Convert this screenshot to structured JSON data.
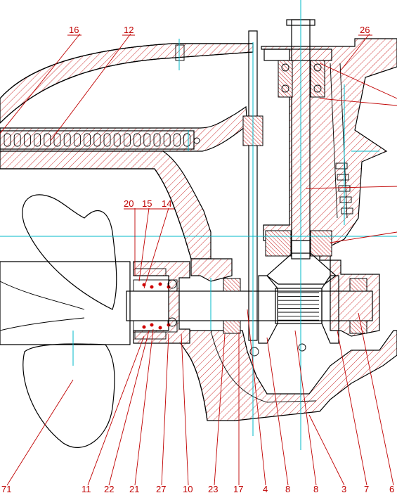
{
  "callouts": {
    "top": [
      {
        "id": "c16",
        "text": "16"
      },
      {
        "id": "c12",
        "text": "12"
      },
      {
        "id": "c26",
        "text": "26"
      }
    ],
    "middle": [
      {
        "id": "c20",
        "text": "20"
      },
      {
        "id": "c15",
        "text": "15"
      },
      {
        "id": "c14",
        "text": "14"
      }
    ],
    "bottom": [
      {
        "id": "b71",
        "text": "71"
      },
      {
        "id": "b11",
        "text": "11"
      },
      {
        "id": "b22",
        "text": "22"
      },
      {
        "id": "b21",
        "text": "21"
      },
      {
        "id": "b27",
        "text": "27"
      },
      {
        "id": "b10",
        "text": "10"
      },
      {
        "id": "b23",
        "text": "23"
      },
      {
        "id": "b17",
        "text": "17"
      },
      {
        "id": "b4",
        "text": "4"
      },
      {
        "id": "b8a",
        "text": "8"
      },
      {
        "id": "b8b",
        "text": "8"
      },
      {
        "id": "b3",
        "text": "3"
      },
      {
        "id": "b7",
        "text": "7"
      },
      {
        "id": "b6",
        "text": "6"
      }
    ]
  },
  "colors": {
    "outline": "#000000",
    "hatch": "#c00000",
    "centerline": "#00b8c8",
    "label": "#c00000"
  }
}
